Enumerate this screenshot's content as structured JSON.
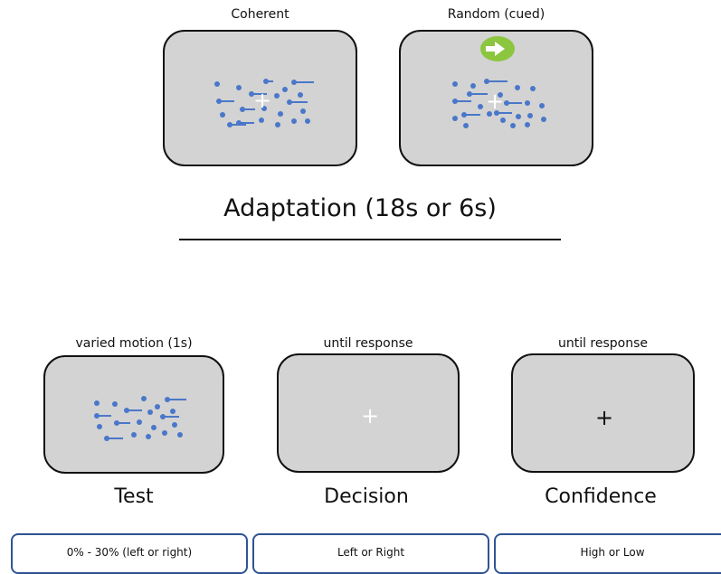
{
  "adaptation": {
    "coherent_caption": "Coherent",
    "random_caption": "Random (cued)",
    "title": "Adaptation (18s or 6s)"
  },
  "stages": [
    {
      "caption": "varied motion (1s)",
      "label": "Test",
      "fixation": ""
    },
    {
      "caption": "until response",
      "label": "Decision",
      "fixation": "+"
    },
    {
      "caption": "until response",
      "label": "Confidence",
      "fixation": "+"
    }
  ],
  "responses": [
    {
      "label": "0% - 30% (left or right)"
    },
    {
      "label": "Left or Right"
    },
    {
      "label": "High or Low"
    }
  ],
  "fixation_symbol": "+",
  "colors": {
    "dot": "#4a77c9",
    "screen_bg": "#d3d3d3",
    "cue_green": "#8cc63f",
    "response_border": "#2f5494",
    "white_fixation": "#ffffff",
    "black_fixation": "#111111"
  },
  "icons": {
    "cue": "right-arrow-icon"
  }
}
